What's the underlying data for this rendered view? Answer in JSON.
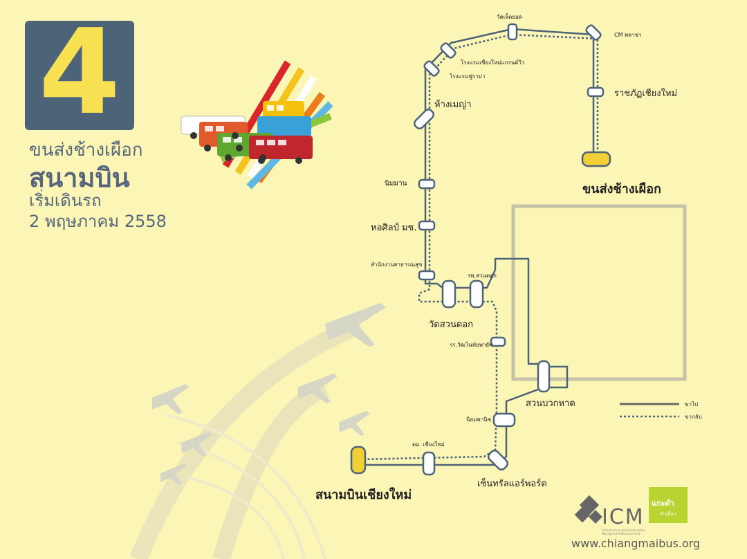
{
  "route": {
    "number": "4",
    "line1": "ขนส่งช้างเผือก",
    "line2": "สนามบิน",
    "line3": "เริ่มเดินรถ",
    "line4": "2 พฤษภาคม 2558"
  },
  "stops": {
    "wat_chet_yot": "วัดเจ็ดยอด",
    "cm_plaza": "CM พลาซ่า",
    "chiangmai_grandview": "โรงแรมเชียงใหม่แกรนด์วิว",
    "hotel_suriya": "โรงแรมฟูราม่า",
    "rajabhat": "ราชภัฏเชียงใหม่",
    "maya": "ห้างเมญ่า",
    "terminal_name": "ขนส่งช้างเผือก",
    "nimman": "นิมมาน",
    "art_museum": "หอศิลป์ มช.",
    "health_office": "สำนักงานสาธารณสุข",
    "suandok_hospital": "รพ.สวนดอก",
    "wat_suandok": "วัดสวนดอก",
    "school": "รร.วัฒโนทัยพายัพ",
    "suan_buak_haad": "สวนบวกหาด",
    "payap": "นิยมพานิช",
    "tm_chiangmai": "ตม. เชียงใหม่",
    "central_airport": "เซ็นทรัลแอร์พอร์ต",
    "airport_name": "สนามบินเชียงใหม่"
  },
  "legend": {
    "outbound": "ขาไป",
    "return": "ขากลับ"
  },
  "footer": {
    "icm": "ICM",
    "icm_sub": "Infrastructure and Construction Management Research Unit",
    "partner": "แกะดำ",
    "partner_sub": "ทำเมือง",
    "url": "www.chiangmaibus.org"
  },
  "colors": {
    "background": "#fbf5b6",
    "badge": "#4d6378",
    "badge_number": "#f7e152",
    "route_line": "#4d6378",
    "terminal": "#f2d035",
    "old_city": "#c4c2a8"
  }
}
